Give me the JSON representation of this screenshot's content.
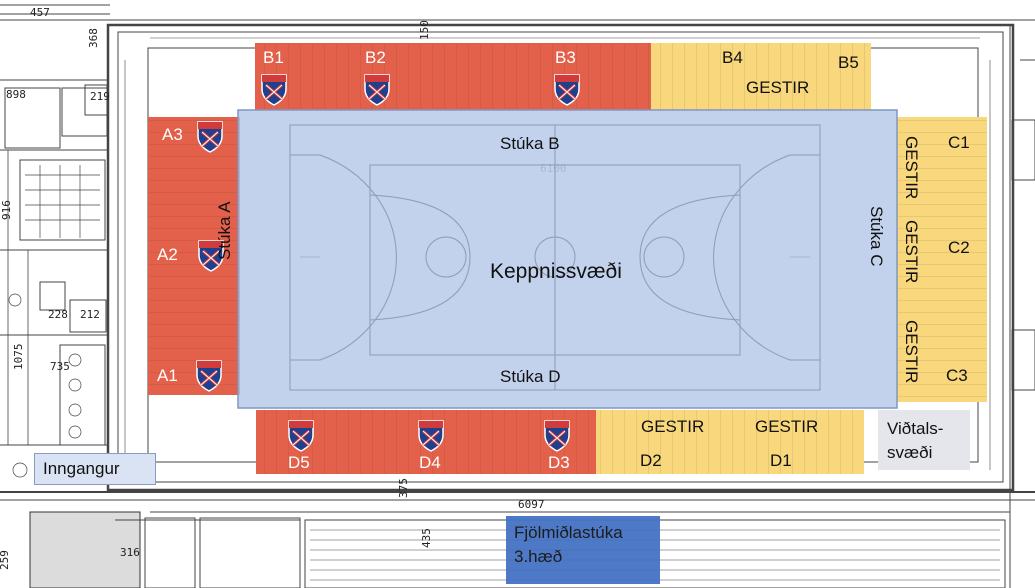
{
  "colors": {
    "home": "#e3604a",
    "guest": "#f9d77c",
    "court": "#b4c7e7",
    "stand_line": "#7f97c2",
    "interview": "#e4e6ec",
    "media": "#4472c4",
    "entrance": "#dae3f3"
  },
  "icon": "team-crest-icon",
  "labels": {
    "dim_457": "457",
    "dim_368": "368",
    "dim_219": "219",
    "dim_898": "898",
    "dim_916": "916",
    "dim_1075": "1075",
    "dim_735": "735",
    "dim_150": "150",
    "dim_6100": "6100",
    "dim_6097": "6097",
    "dim_316": "316",
    "dim_259": "259",
    "dim_375": "375",
    "dim_435": "435",
    "dim_228": "228",
    "dim_212": "212"
  },
  "sections": {
    "b1": "B1",
    "b2": "B2",
    "b3": "B3",
    "b4": "B4",
    "b5": "B5",
    "a1": "A1",
    "a2": "A2",
    "a3": "A3",
    "c1": "C1",
    "c2": "C2",
    "c3": "C3",
    "d1": "D1",
    "d2": "D2",
    "d3": "D3",
    "d4": "D4",
    "d5": "D5"
  },
  "guest_label": "GESTIR",
  "stands": {
    "a": "Stúka A",
    "b": "Stúka B",
    "c": "Stúka C",
    "d": "Stúka D"
  },
  "court_label": "Keppnissvæði",
  "interview_line1": "Viðtals-",
  "interview_line2": "svæði",
  "entrance": "Inngangur",
  "media_line1": "Fjölmiðlastúka",
  "media_line2": "3.hæð"
}
